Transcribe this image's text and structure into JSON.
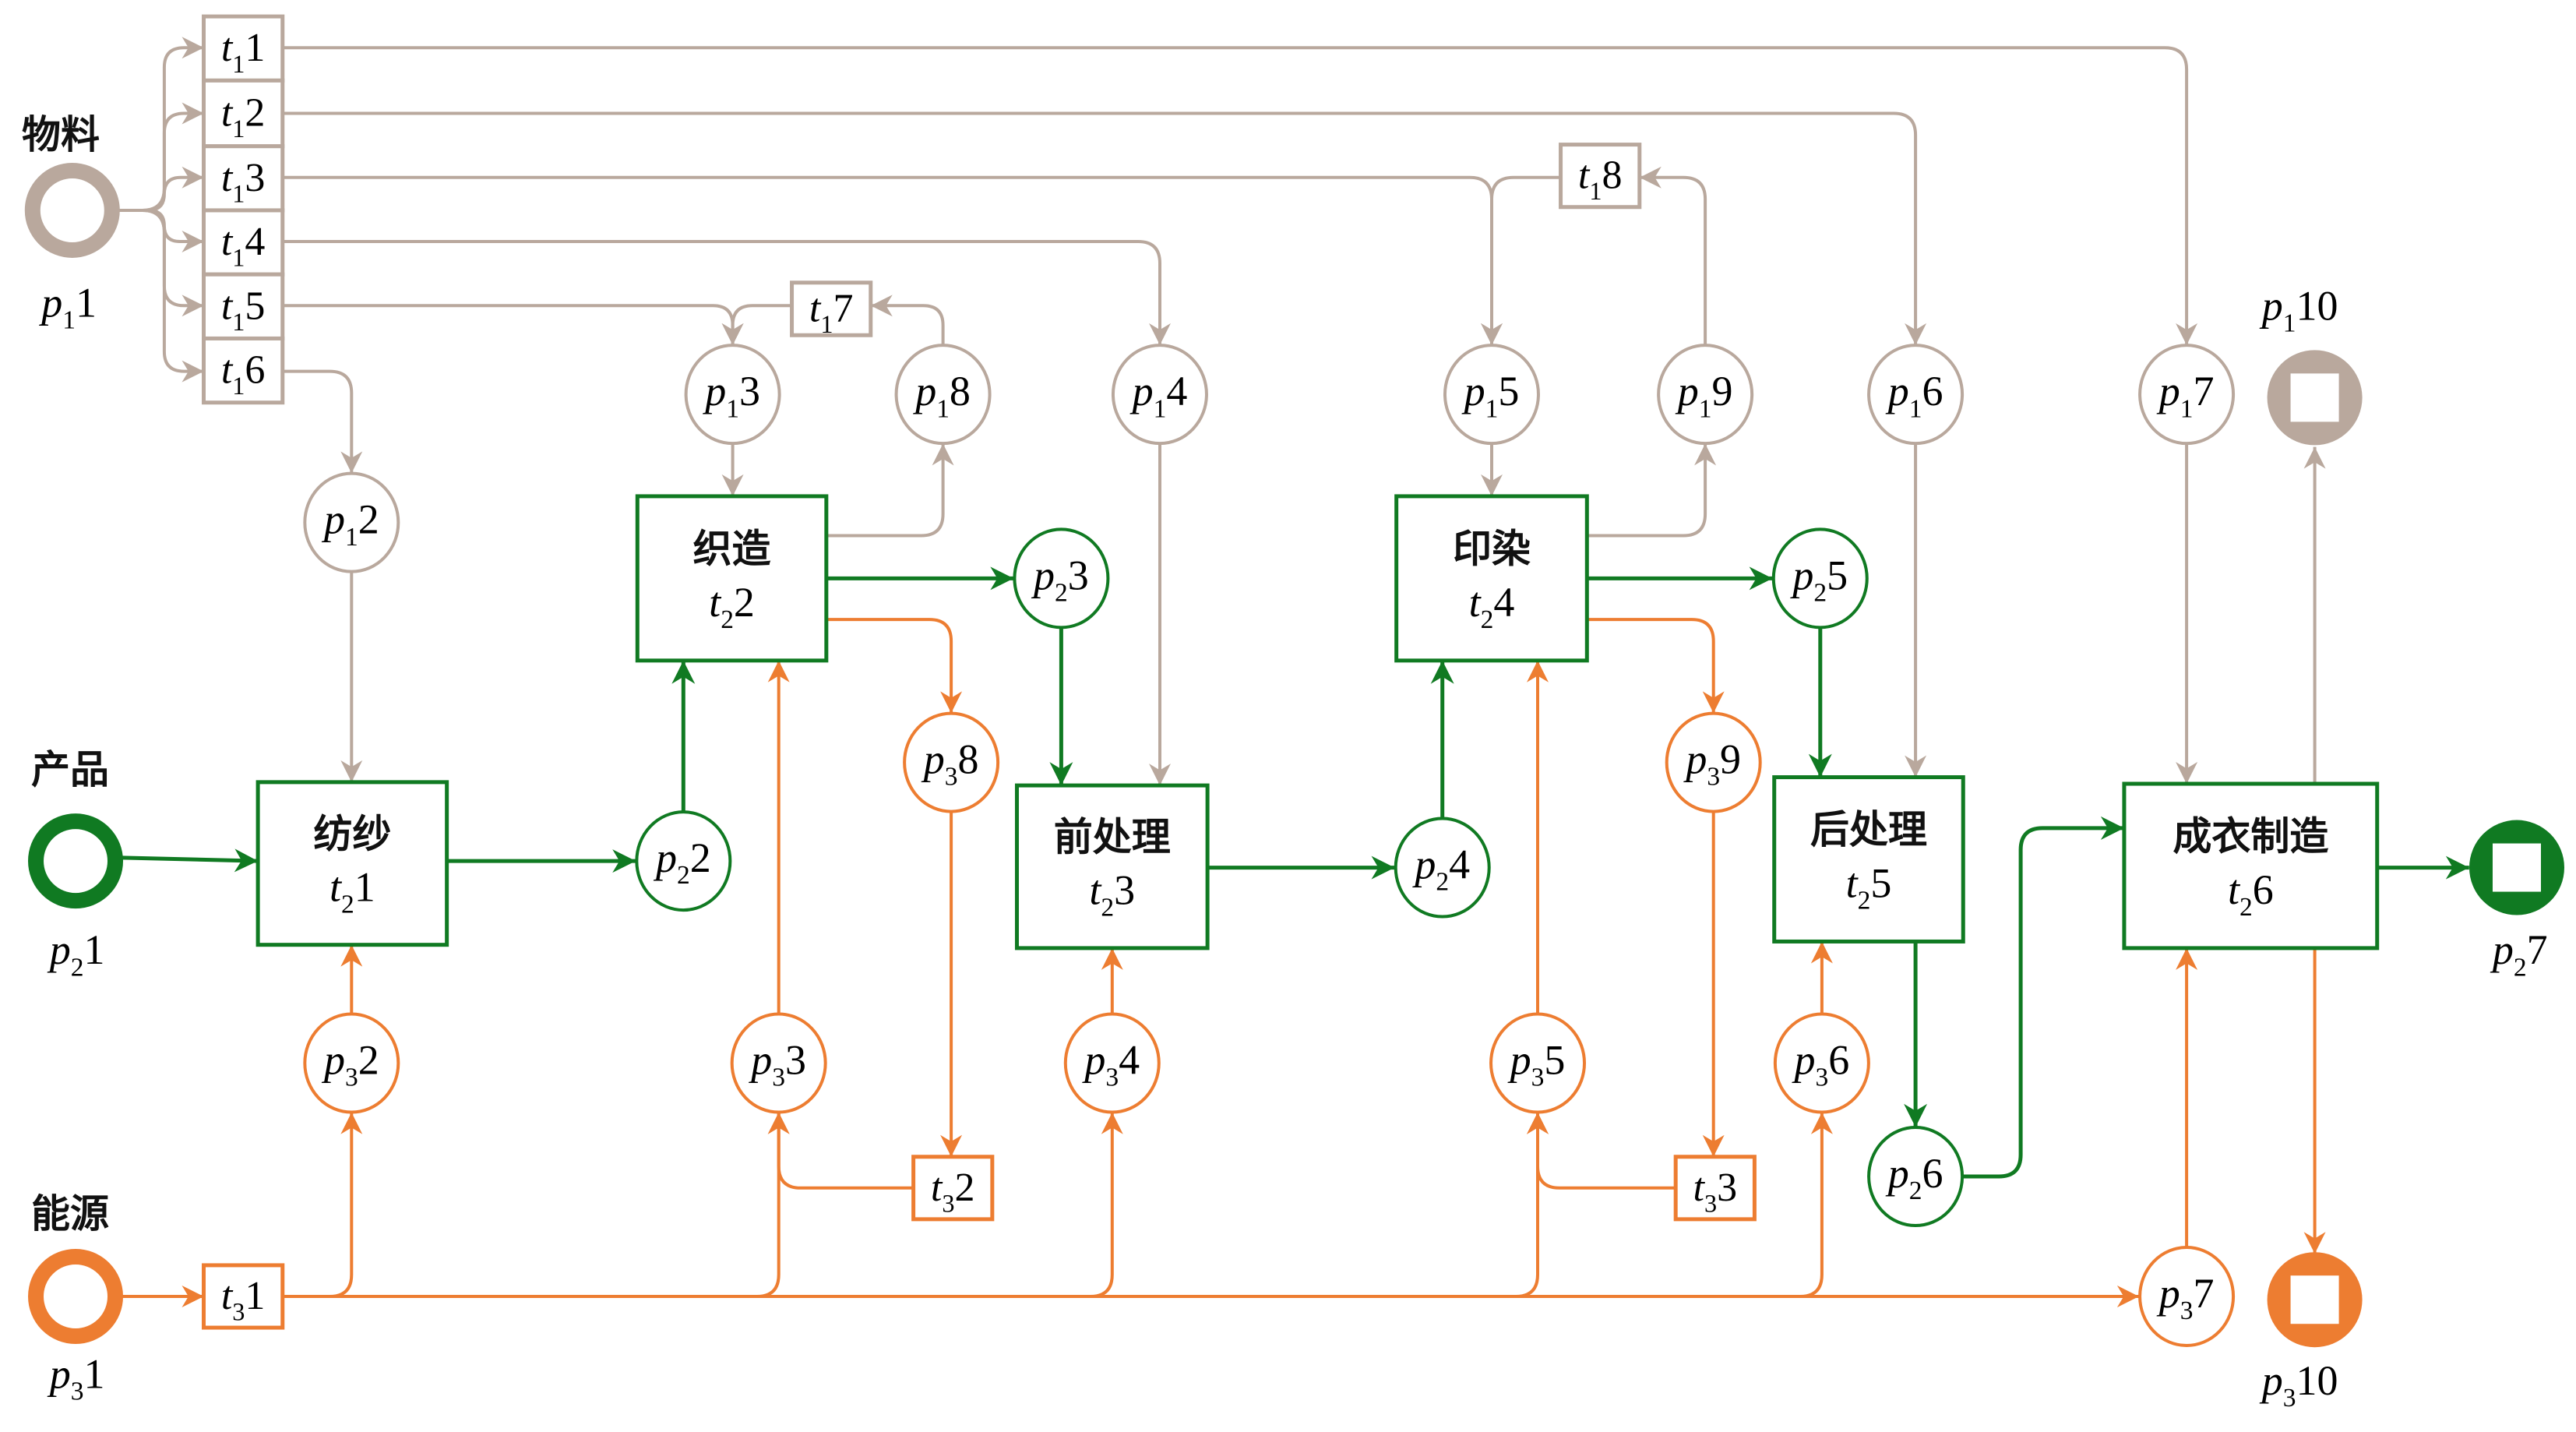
{
  "colors": {
    "material": "#B9A89D",
    "product": "#107A22",
    "energy": "#ED7D31",
    "text": "#000000"
  },
  "groups": {
    "material": {
      "label": "物料"
    },
    "product": {
      "label": "产品"
    },
    "energy": {
      "label": "能源"
    }
  },
  "places": [
    {
      "id": "p1_1",
      "sym": "p",
      "sub": "1",
      "num": "1",
      "type": "source",
      "color": "material"
    },
    {
      "id": "p1_2",
      "sym": "p",
      "sub": "1",
      "num": "2",
      "type": "normal",
      "color": "material"
    },
    {
      "id": "p1_3",
      "sym": "p",
      "sub": "1",
      "num": "3",
      "type": "normal",
      "color": "material"
    },
    {
      "id": "p1_4",
      "sym": "p",
      "sub": "1",
      "num": "4",
      "type": "normal",
      "color": "material"
    },
    {
      "id": "p1_5",
      "sym": "p",
      "sub": "1",
      "num": "5",
      "type": "normal",
      "color": "material"
    },
    {
      "id": "p1_6",
      "sym": "p",
      "sub": "1",
      "num": "6",
      "type": "normal",
      "color": "material"
    },
    {
      "id": "p1_7",
      "sym": "p",
      "sub": "1",
      "num": "7",
      "type": "normal",
      "color": "material"
    },
    {
      "id": "p1_8",
      "sym": "p",
      "sub": "1",
      "num": "8",
      "type": "normal",
      "color": "material"
    },
    {
      "id": "p1_9",
      "sym": "p",
      "sub": "1",
      "num": "9",
      "type": "normal",
      "color": "material"
    },
    {
      "id": "p1_10",
      "sym": "p",
      "sub": "1",
      "num": "10",
      "type": "sink",
      "color": "material"
    },
    {
      "id": "p2_1",
      "sym": "p",
      "sub": "2",
      "num": "1",
      "type": "source",
      "color": "product"
    },
    {
      "id": "p2_2",
      "sym": "p",
      "sub": "2",
      "num": "2",
      "type": "normal",
      "color": "product"
    },
    {
      "id": "p2_3",
      "sym": "p",
      "sub": "2",
      "num": "3",
      "type": "normal",
      "color": "product"
    },
    {
      "id": "p2_4",
      "sym": "p",
      "sub": "2",
      "num": "4",
      "type": "normal",
      "color": "product"
    },
    {
      "id": "p2_5",
      "sym": "p",
      "sub": "2",
      "num": "5",
      "type": "normal",
      "color": "product"
    },
    {
      "id": "p2_6",
      "sym": "p",
      "sub": "2",
      "num": "6",
      "type": "normal",
      "color": "product"
    },
    {
      "id": "p2_7",
      "sym": "p",
      "sub": "2",
      "num": "7",
      "type": "sink",
      "color": "product"
    },
    {
      "id": "p3_1",
      "sym": "p",
      "sub": "3",
      "num": "1",
      "type": "source",
      "color": "energy"
    },
    {
      "id": "p3_2",
      "sym": "p",
      "sub": "3",
      "num": "2",
      "type": "normal",
      "color": "energy"
    },
    {
      "id": "p3_3",
      "sym": "p",
      "sub": "3",
      "num": "3",
      "type": "normal",
      "color": "energy"
    },
    {
      "id": "p3_4",
      "sym": "p",
      "sub": "3",
      "num": "4",
      "type": "normal",
      "color": "energy"
    },
    {
      "id": "p3_5",
      "sym": "p",
      "sub": "3",
      "num": "5",
      "type": "normal",
      "color": "energy"
    },
    {
      "id": "p3_6",
      "sym": "p",
      "sub": "3",
      "num": "6",
      "type": "normal",
      "color": "energy"
    },
    {
      "id": "p3_7",
      "sym": "p",
      "sub": "3",
      "num": "7",
      "type": "normal",
      "color": "energy"
    },
    {
      "id": "p3_8",
      "sym": "p",
      "sub": "3",
      "num": "8",
      "type": "normal",
      "color": "energy"
    },
    {
      "id": "p3_9",
      "sym": "p",
      "sub": "3",
      "num": "9",
      "type": "normal",
      "color": "energy"
    },
    {
      "id": "p3_10",
      "sym": "p",
      "sub": "3",
      "num": "10",
      "type": "sink",
      "color": "energy"
    }
  ],
  "transitions": [
    {
      "id": "t1_1",
      "sym": "t",
      "sub": "1",
      "num": "1",
      "color": "material"
    },
    {
      "id": "t1_2",
      "sym": "t",
      "sub": "1",
      "num": "2",
      "color": "material"
    },
    {
      "id": "t1_3",
      "sym": "t",
      "sub": "1",
      "num": "3",
      "color": "material"
    },
    {
      "id": "t1_4",
      "sym": "t",
      "sub": "1",
      "num": "4",
      "color": "material"
    },
    {
      "id": "t1_5",
      "sym": "t",
      "sub": "1",
      "num": "5",
      "color": "material"
    },
    {
      "id": "t1_6",
      "sym": "t",
      "sub": "1",
      "num": "6",
      "color": "material"
    },
    {
      "id": "t1_7",
      "sym": "t",
      "sub": "1",
      "num": "7",
      "color": "material"
    },
    {
      "id": "t1_8",
      "sym": "t",
      "sub": "1",
      "num": "8",
      "color": "material"
    },
    {
      "id": "t2_1",
      "sym": "t",
      "sub": "2",
      "num": "1",
      "name": "纺纱",
      "color": "product"
    },
    {
      "id": "t2_2",
      "sym": "t",
      "sub": "2",
      "num": "2",
      "name": "织造",
      "color": "product"
    },
    {
      "id": "t2_3",
      "sym": "t",
      "sub": "2",
      "num": "3",
      "name": "前处理",
      "color": "product"
    },
    {
      "id": "t2_4",
      "sym": "t",
      "sub": "2",
      "num": "4",
      "name": "印染",
      "color": "product"
    },
    {
      "id": "t2_5",
      "sym": "t",
      "sub": "2",
      "num": "5",
      "name": "后处理",
      "color": "product"
    },
    {
      "id": "t2_6",
      "sym": "t",
      "sub": "2",
      "num": "6",
      "name": "成衣制造",
      "color": "product"
    },
    {
      "id": "t3_1",
      "sym": "t",
      "sub": "3",
      "num": "1",
      "color": "energy"
    },
    {
      "id": "t3_2",
      "sym": "t",
      "sub": "3",
      "num": "2",
      "color": "energy"
    },
    {
      "id": "t3_3",
      "sym": "t",
      "sub": "3",
      "num": "3",
      "color": "energy"
    }
  ],
  "arcs": [
    {
      "from": "p1_1",
      "to": "t1_1",
      "color": "material"
    },
    {
      "from": "p1_1",
      "to": "t1_2",
      "color": "material"
    },
    {
      "from": "p1_1",
      "to": "t1_3",
      "color": "material"
    },
    {
      "from": "p1_1",
      "to": "t1_4",
      "color": "material"
    },
    {
      "from": "p1_1",
      "to": "t1_5",
      "color": "material"
    },
    {
      "from": "p1_1",
      "to": "t1_6",
      "color": "material"
    },
    {
      "from": "t1_1",
      "to": "p1_7",
      "color": "material"
    },
    {
      "from": "t1_2",
      "to": "p1_6",
      "color": "material"
    },
    {
      "from": "t1_3",
      "to": "p1_5",
      "color": "material"
    },
    {
      "from": "t1_4",
      "to": "p1_4",
      "color": "material"
    },
    {
      "from": "t1_5",
      "to": "p1_3",
      "color": "material"
    },
    {
      "from": "t1_6",
      "to": "p1_2",
      "color": "material"
    },
    {
      "from": "t1_7",
      "to": "p1_3",
      "color": "material"
    },
    {
      "from": "t1_8",
      "to": "p1_5",
      "color": "material"
    },
    {
      "from": "p1_8",
      "to": "t1_7",
      "color": "material"
    },
    {
      "from": "p1_9",
      "to": "t1_8",
      "color": "material"
    },
    {
      "from": "p1_2",
      "to": "t2_1",
      "color": "material"
    },
    {
      "from": "p1_3",
      "to": "t2_2",
      "color": "material"
    },
    {
      "from": "t2_2",
      "to": "p1_8",
      "color": "material"
    },
    {
      "from": "p1_4",
      "to": "t2_3",
      "color": "material"
    },
    {
      "from": "p1_5",
      "to": "t2_4",
      "color": "material"
    },
    {
      "from": "t2_4",
      "to": "p1_9",
      "color": "material"
    },
    {
      "from": "p1_6",
      "to": "t2_5",
      "color": "material"
    },
    {
      "from": "p1_7",
      "to": "t2_6",
      "color": "material"
    },
    {
      "from": "t2_6",
      "to": "p1_10",
      "color": "material"
    },
    {
      "from": "p2_1",
      "to": "t2_1",
      "color": "product"
    },
    {
      "from": "t2_1",
      "to": "p2_2",
      "color": "product"
    },
    {
      "from": "p2_2",
      "to": "t2_2",
      "color": "product"
    },
    {
      "from": "t2_2",
      "to": "p2_3",
      "color": "product"
    },
    {
      "from": "p2_3",
      "to": "t2_3",
      "color": "product"
    },
    {
      "from": "t2_3",
      "to": "p2_4",
      "color": "product"
    },
    {
      "from": "p2_4",
      "to": "t2_4",
      "color": "product"
    },
    {
      "from": "t2_4",
      "to": "p2_5",
      "color": "product"
    },
    {
      "from": "p2_5",
      "to": "t2_5",
      "color": "product"
    },
    {
      "from": "t2_5",
      "to": "p2_6",
      "color": "product"
    },
    {
      "from": "p2_6",
      "to": "t2_6",
      "color": "product"
    },
    {
      "from": "t2_6",
      "to": "p2_7",
      "color": "product"
    },
    {
      "from": "p3_1",
      "to": "t3_1",
      "color": "energy"
    },
    {
      "from": "t3_1",
      "to": "p3_2",
      "color": "energy"
    },
    {
      "from": "t3_1",
      "to": "p3_3",
      "color": "energy"
    },
    {
      "from": "t3_1",
      "to": "p3_4",
      "color": "energy"
    },
    {
      "from": "t3_1",
      "to": "p3_5",
      "color": "energy"
    },
    {
      "from": "t3_1",
      "to": "p3_6",
      "color": "energy"
    },
    {
      "from": "t3_1",
      "to": "p3_7",
      "color": "energy"
    },
    {
      "from": "p3_2",
      "to": "t2_1",
      "color": "energy"
    },
    {
      "from": "p3_3",
      "to": "t2_2",
      "color": "energy"
    },
    {
      "from": "t2_2",
      "to": "p3_8",
      "color": "energy"
    },
    {
      "from": "p3_8",
      "to": "t3_2",
      "color": "energy"
    },
    {
      "from": "t3_2",
      "to": "p3_3",
      "color": "energy"
    },
    {
      "from": "p3_4",
      "to": "t2_3",
      "color": "energy"
    },
    {
      "from": "p3_5",
      "to": "t2_4",
      "color": "energy"
    },
    {
      "from": "t2_4",
      "to": "p3_9",
      "color": "energy"
    },
    {
      "from": "p3_9",
      "to": "t3_3",
      "color": "energy"
    },
    {
      "from": "t3_3",
      "to": "p3_5",
      "color": "energy"
    },
    {
      "from": "p3_6",
      "to": "t2_5",
      "color": "energy"
    },
    {
      "from": "p3_7",
      "to": "t2_6",
      "color": "energy"
    },
    {
      "from": "t2_6",
      "to": "p3_10",
      "color": "energy"
    }
  ]
}
